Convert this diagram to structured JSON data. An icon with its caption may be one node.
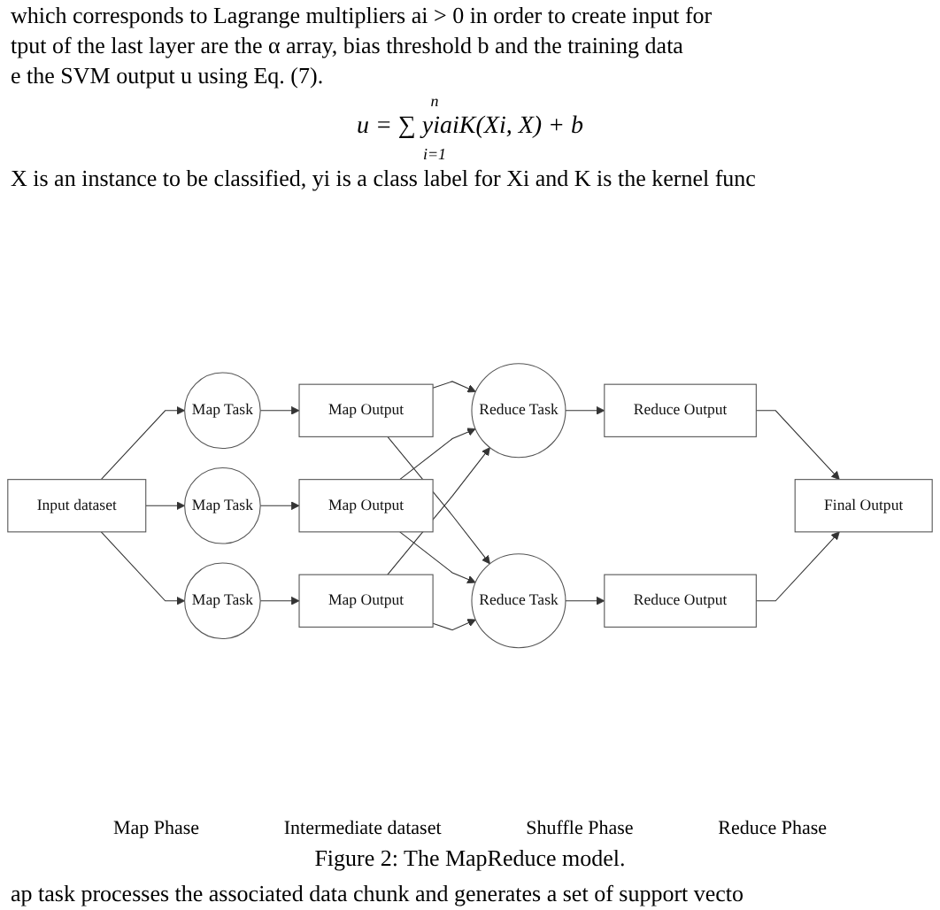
{
  "diagram": {
    "caption": "Figure 2: The MapReduce model.",
    "nodes": [
      {
        "text": [
          "Input dataset"
        ]
      },
      {
        "text": [
          "Map Task"
        ]
      },
      {
        "text": [
          "Map Task"
        ]
      },
      {
        "text": [
          "Map Task"
        ]
      },
      {
        "text": [
          "Map Output"
        ]
      },
      {
        "text": [
          "Map Output"
        ]
      },
      {
        "text": [
          "Map Output"
        ]
      },
      {
        "text": [
          "Reduce Task"
        ]
      },
      {
        "text": [
          "Reduce Task"
        ]
      },
      {
        "text": [
          "Reduce Output"
        ]
      },
      {
        "text": [
          "Reduce Output"
        ]
      },
      {
        "text": [
          "Final Output"
        ]
      }
    ],
    "edges": [
      {
        "from": 0,
        "to": 1,
        "arrow": "to"
      },
      {
        "from": 0,
        "to": 2,
        "arrow": "to"
      },
      {
        "from": 0,
        "to": 3,
        "arrow": "to"
      },
      {
        "from": 1,
        "to": 4,
        "arrow": "to"
      },
      {
        "from": 2,
        "to": 5,
        "arrow": "to"
      },
      {
        "from": 3,
        "to": 6,
        "arrow": "to"
      },
      {
        "from": 4,
        "to": 7,
        "arrow": "to"
      },
      {
        "from": 4,
        "to": 8,
        "arrow": "to"
      },
      {
        "from": 5,
        "to": 7,
        "arrow": "to"
      },
      {
        "from": 5,
        "to": 8,
        "arrow": "to"
      },
      {
        "from": 6,
        "to": 7,
        "arrow": "to"
      },
      {
        "from": 6,
        "to": 8,
        "arrow": "to"
      },
      {
        "from": 7,
        "to": 9,
        "arrow": "to"
      },
      {
        "from": 8,
        "to": 10,
        "arrow": "to"
      },
      {
        "from": 9,
        "to": 11,
        "arrow": "to"
      },
      {
        "from": 10,
        "to": 11,
        "arrow": "to"
      }
    ],
    "labels": [
      "which corresponds to Lagrange multipliers ai > 0 in order to create input for",
      "tput of the last layer are the α array, bias threshold b and the training data",
      "e the SVM output u using Eq. (7).",
      "n",
      "u = ∑ yiaiK(Xi, X) + b",
      "i=1",
      "X is an instance to be classified, yi is a class label for Xi and K is the kernel func",
      "Map Phase",
      "Intermediate dataset",
      "Shuffle Phase",
      "Reduce Phase",
      "ap task processes the associated data chunk and generates a set of support vecto"
    ]
  }
}
